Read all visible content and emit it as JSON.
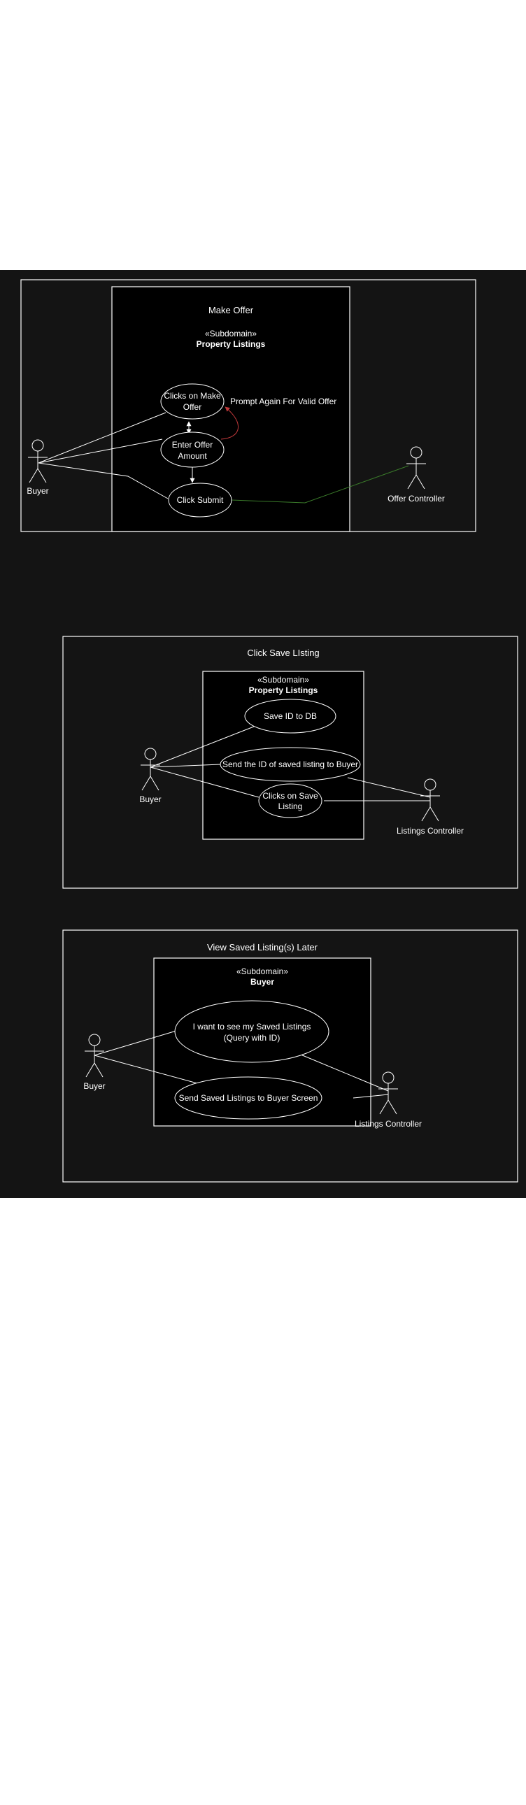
{
  "colors": {
    "background_band": "#141414",
    "subdomain_fill": "#000000",
    "stroke": "#ffffff",
    "prompt_arrow": "#c0393b",
    "controller_link": "#3a7a2a"
  },
  "diagram1": {
    "title": "Make Offer",
    "subdomain_stereotype": "«Subdomain»",
    "subdomain_name": "Property Listings",
    "actor_buyer": "Buyer",
    "actor_controller": "Offer Controller",
    "uc_make_offer": [
      "Clicks on Make",
      "Offer"
    ],
    "uc_enter_amount": [
      "Enter Offer",
      "Amount"
    ],
    "uc_submit": "Click Submit",
    "prompt_label": "Prompt Again For Valid Offer"
  },
  "diagram2": {
    "title": "Click Save LIsting",
    "subdomain_stereotype": "«Subdomain»",
    "subdomain_name": "Property Listings",
    "actor_buyer": "Buyer",
    "actor_controller": "Listings Controller",
    "uc_save_db": "Save ID to DB",
    "uc_send_id": "Send the ID of saved listing to Buyer",
    "uc_click_save": [
      "Clicks on Save",
      "Listing"
    ]
  },
  "diagram3": {
    "title": "View Saved Listing(s) Later",
    "subdomain_stereotype": "«Subdomain»",
    "subdomain_name": "Buyer",
    "actor_buyer": "Buyer",
    "actor_controller": "Listings Controller",
    "uc_see_saved": [
      "I want to see my Saved Listings",
      "(Query with ID)"
    ],
    "uc_send_saved": "Send Saved Listings to Buyer Screen"
  }
}
